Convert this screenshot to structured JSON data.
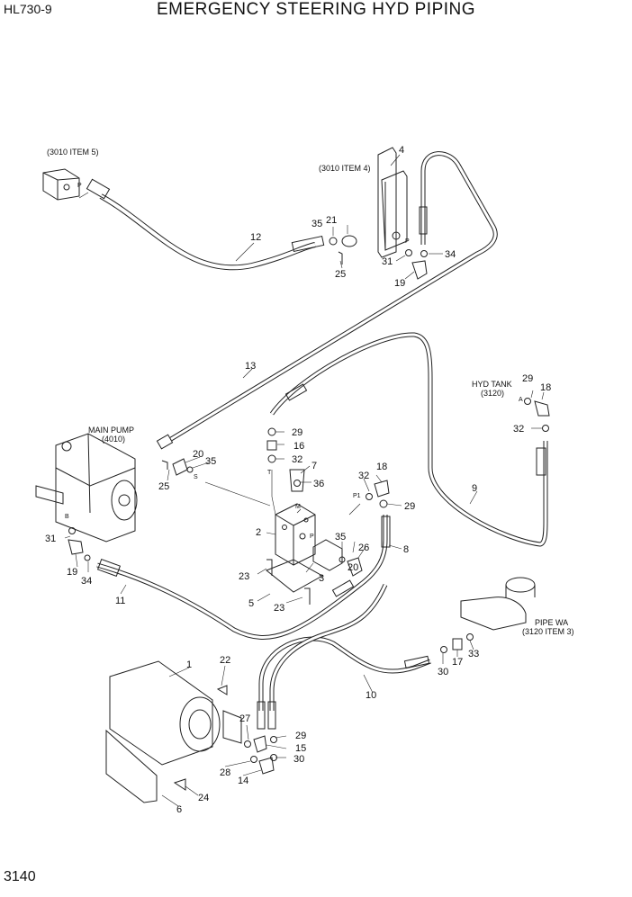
{
  "header": {
    "model": "HL730-9",
    "title": "EMERGENCY STEERING HYD PIPING",
    "page_number": "3140"
  },
  "callouts": {
    "c1": "1",
    "c2": "2",
    "c3": "3",
    "c4": "4",
    "c5": "5",
    "c6": "6",
    "c7": "7",
    "c8": "8",
    "c9": "9",
    "c10": "10",
    "c11": "11",
    "c12": "12",
    "c13": "13",
    "c14": "14",
    "c15": "15",
    "c16": "16",
    "c17": "17",
    "c18a": "18",
    "c18b": "18",
    "c19a": "19",
    "c19b": "19",
    "c20a": "20",
    "c20b": "20",
    "c21": "21",
    "c22": "22",
    "c23a": "23",
    "c23b": "23",
    "c24": "24",
    "c25a": "25",
    "c25b": "25",
    "c26": "26",
    "c27": "27",
    "c28": "28",
    "c29a": "29",
    "c29b": "29",
    "c29c": "29",
    "c29d": "29",
    "c30a": "30",
    "c30b": "30",
    "c31a": "31",
    "c31b": "31",
    "c32a": "32",
    "c32b": "32",
    "c32c": "32",
    "c33": "33",
    "c34a": "34",
    "c34b": "34",
    "c35a": "35",
    "c35b": "35",
    "c35c": "35",
    "c36": "36"
  },
  "captions": {
    "ref_3010_item5": "(3010 ITEM 5)",
    "ref_3010_item4": "(3010 ITEM 4)",
    "main_pump": "MAIN PUMP",
    "main_pump_ref": "(4010)",
    "hyd_tank": "HYD TANK",
    "hyd_tank_ref": "(3120)",
    "pipe_wa": "PIPE WA",
    "pipe_wa_ref": "(3120 ITEM 3)"
  },
  "port_letters": {
    "p_top": "P",
    "p_item4": "P",
    "a_tank": "A",
    "b_pump": "B",
    "s_pump": "S",
    "t_valve": "T",
    "m_valve": "M",
    "p_valve": "P",
    "p1_valve": "P1"
  }
}
